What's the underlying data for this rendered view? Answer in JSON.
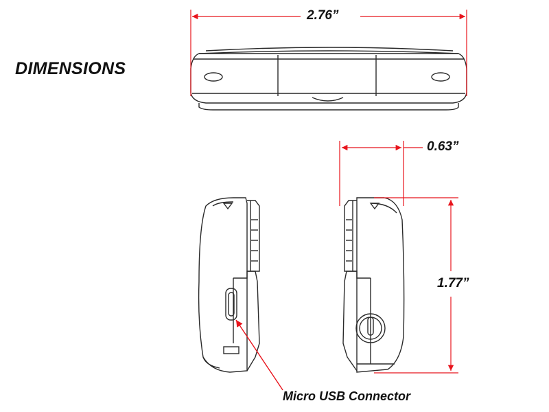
{
  "title": "DIMENSIONS",
  "dimensions": {
    "width": "2.76”",
    "depth": "0.63”",
    "height": "1.77”"
  },
  "callout": {
    "usb": "Micro USB Connector"
  },
  "colors": {
    "dimension_line": "#e8141c",
    "drawing": "#2a2a2a",
    "text": "#111111"
  }
}
